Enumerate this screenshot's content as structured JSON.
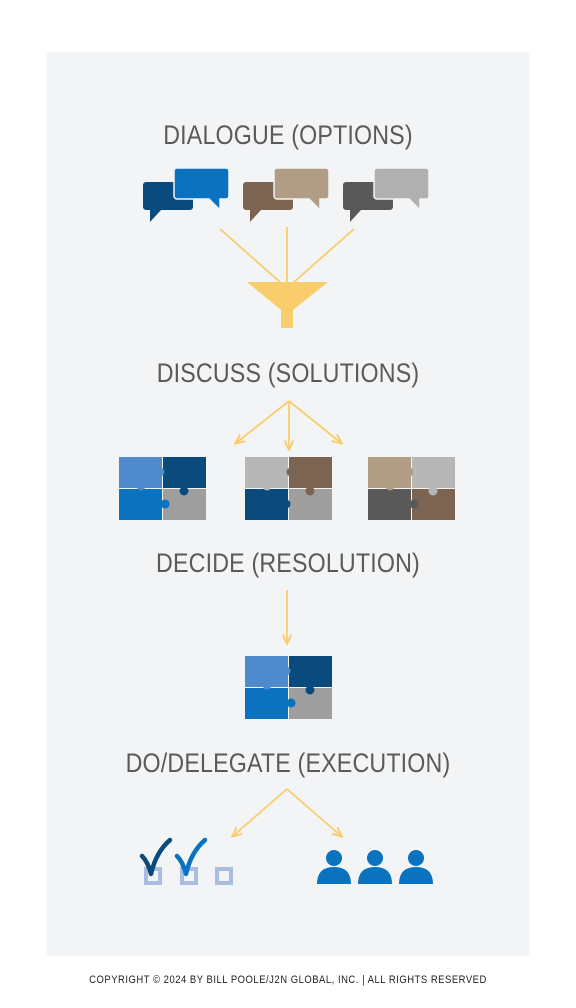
{
  "stages": {
    "dialogue": "DIALOGUE (OPTIONS)",
    "discuss": "DISCUSS (SOLUTIONS)",
    "decide": "DECIDE (RESOLUTION)",
    "do": "DO/DELEGATE (EXECUTION)"
  },
  "footer": {
    "copyright": "COPYRIGHT © 2024 BY BILL POOLE/J2N GLOBAL, INC. | ALL RIGHTS RESERVED"
  },
  "colors": {
    "panel": "#f3f4f6",
    "heading": "#5a5a5a",
    "arrow": "#f8cd6b",
    "funnel": "#f9cd6b",
    "blue_dark": "#0b4a7c",
    "blue": "#0a72bf",
    "blue_light": "#4f8bcc",
    "brown": "#7c6453",
    "tan": "#b19d86",
    "gray_dark": "#595959",
    "gray": "#9e9e9e",
    "gray_light": "#b7b7b7",
    "checkbox": "#a9bde2"
  },
  "icons": {
    "dialogue": [
      "chat-bubbles-icon",
      "chat-bubbles-icon",
      "chat-bubbles-icon"
    ],
    "funnel": "funnel-icon",
    "puzzles": [
      "puzzle-icon",
      "puzzle-icon",
      "puzzle-icon",
      "puzzle-icon"
    ],
    "tasks": "checklist-icon",
    "people": "people-icon"
  }
}
